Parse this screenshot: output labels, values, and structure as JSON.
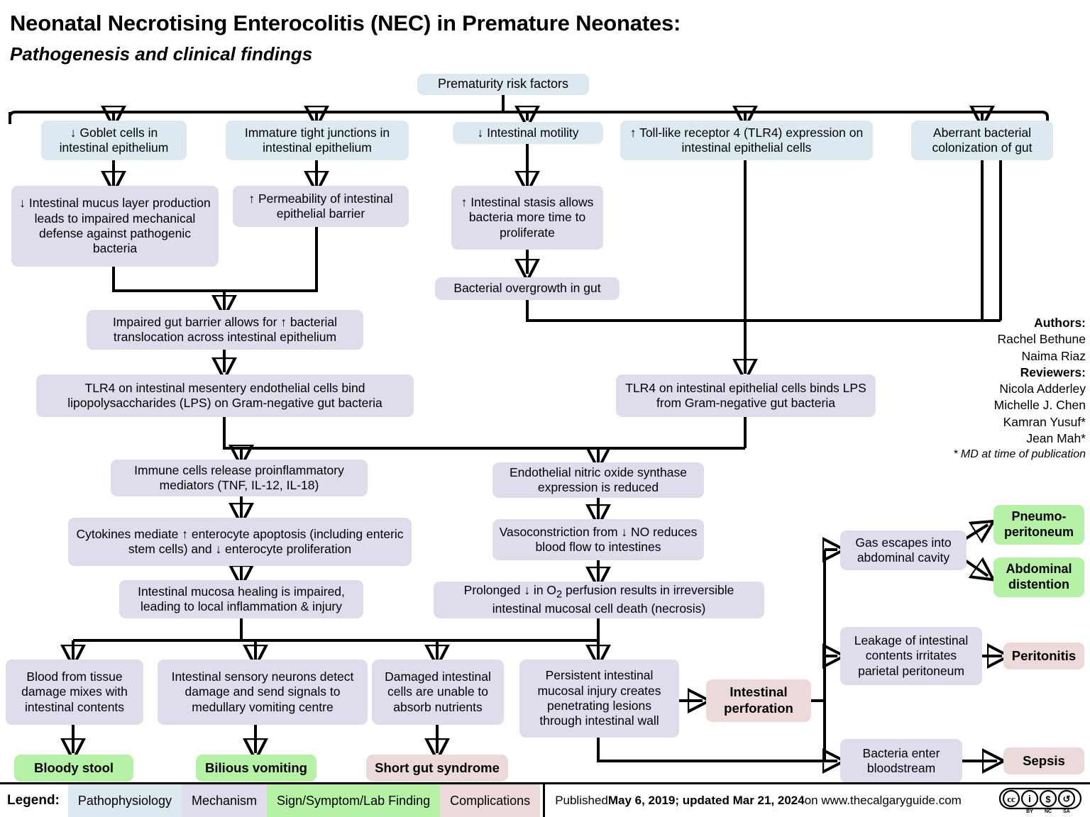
{
  "header": {
    "title": "Neonatal Necrotising Enterocolitis (NEC) in Premature Neonates:",
    "subtitle": "Pathogenesis and clinical findings"
  },
  "authors": {
    "authors_label": "Authors:",
    "authors_list": [
      "Rachel Bethune",
      "Naima Riaz"
    ],
    "reviewers_label": "Reviewers:",
    "reviewers_list": [
      "Nicola Adderley",
      "Michelle J. Chen",
      "Kamran Yusuf*",
      "Jean Mah*"
    ],
    "footnote": "* MD at time of publication"
  },
  "nodes": {
    "prematurity_risk": "Prematurity risk factors",
    "goblet_cells": "↓ Goblet cells in intestinal epithelium",
    "tight_junctions": "Immature tight junctions in intestinal epithelium",
    "intestinal_motility": "↓ Intestinal motility",
    "tlr4_expression": "↑ Toll-like receptor 4 (TLR4) expression on intestinal epithelial cells",
    "aberrant_colonization": "Aberrant bacterial colonization of gut",
    "mucus_layer": "↓ Intestinal mucus layer production leads to impaired mechanical defense against pathogenic bacteria",
    "permeability": "↑ Permeability of intestinal epithelial barrier",
    "intestinal_stasis": "↑ Intestinal stasis allows bacteria more time to proliferate",
    "bacterial_overgrowth": "Bacterial overgrowth in gut",
    "impaired_gut_barrier": "Impaired gut barrier allows for ↑ bacterial translocation across intestinal epithelium",
    "tlr4_mesentery": "TLR4 on intestinal mesentery endothelial cells bind lipopolysaccharides (LPS) on Gram-negative gut bacteria",
    "tlr4_epithelial": "TLR4 on intestinal epithelial cells binds LPS from Gram-negative gut bacteria",
    "immune_cells": "Immune cells release proinflammatory mediators (TNF, IL-12, IL-18)",
    "cytokines": "Cytokines mediate ↑ enterocyte apoptosis (including enteric stem cells) and ↓ enterocyte proliferation",
    "mucosa_healing": "Intestinal mucosa healing is impaired, leading to local inflammation & injury",
    "enos": "Endothelial nitric oxide synthase expression is reduced",
    "vasoconstriction": "Vasoconstriction from ↓ NO reduces blood flow to intestines",
    "prolonged_perfusion_pre": "Prolonged ↓  in O",
    "prolonged_perfusion_sub": "2",
    "prolonged_perfusion_post": " perfusion results in irreversible intestinal mucosal cell death (necrosis)",
    "blood_tissue": "Blood from tissue damage mixes with intestinal contents",
    "sensory_neurons": "Intestinal sensory neurons detect damage and send signals to medullary vomiting centre",
    "damaged_cells": "Damaged intestinal cells are unable to absorb nutrients",
    "persistent_injury": "Persistent intestinal mucosal injury creates penetrating lesions through intestinal wall",
    "bloody_stool": "Bloody stool",
    "bilious_vomiting": "Bilious vomiting",
    "short_gut": "Short gut syndrome",
    "intestinal_perforation": "Intestinal perforation",
    "gas_escapes": "Gas escapes into abdominal cavity",
    "leakage": "Leakage of intestinal contents irritates parietal peritoneum",
    "bacteria_bloodstream": "Bacteria enter bloodstream",
    "pneumoperitoneum": "Pneumo-peritoneum",
    "abdominal_distention": "Abdominal distention",
    "peritonitis": "Peritonitis",
    "sepsis": "Sepsis"
  },
  "legend": {
    "label": "Legend:",
    "items": [
      {
        "name": "Pathophysiology",
        "color": "#dce9f0"
      },
      {
        "name": "Mechanism",
        "color": "#e0dcec"
      },
      {
        "name": "Sign/Symptom/Lab Finding",
        "color": "#b6f2a6"
      },
      {
        "name": "Complications",
        "color": "#ecdada"
      }
    ],
    "published_prefix": "Published ",
    "published_dates": "May 6, 2019; updated Mar 21, 2024",
    "published_suffix": " on www.thecalgaryguide.com",
    "cc_badges": [
      "cc",
      "BY",
      "NC",
      "SA"
    ]
  }
}
